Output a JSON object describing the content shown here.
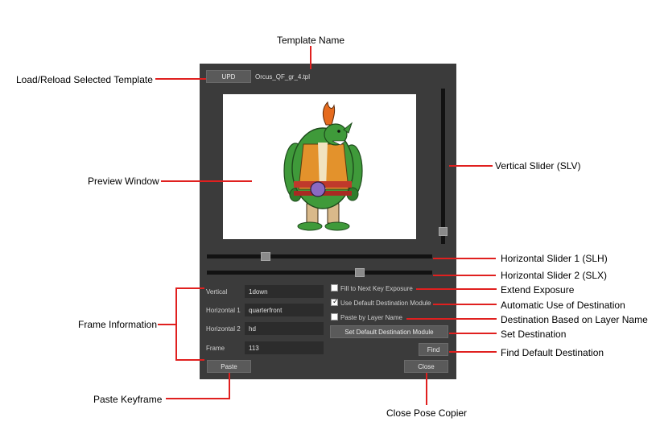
{
  "callouts": {
    "template_name": "Template Name",
    "load_reload": "Load/Reload Selected Template",
    "preview_window": "Preview Window",
    "vertical_slider": "Vertical Slider (SLV)",
    "horizontal_slider_1": "Horizontal Slider 1 (SLH)",
    "horizontal_slider_2": "Horizontal Slider 2 (SLX)",
    "extend_exposure": "Extend Exposure",
    "automatic_use": "Automatic Use of Destination",
    "destination_layer_name": "Destination Based on Layer Name",
    "set_destination": "Set Destination",
    "find_default_destination": "Find Default Destination",
    "frame_information": "Frame Information",
    "paste_keyframe": "Paste Keyframe",
    "close_pose_copier": "Close Pose Copier"
  },
  "panel": {
    "upd_label": "UPD",
    "template_file": "Orcus_QF_gr_4.tpl",
    "fields": [
      {
        "label": "Vertical",
        "value": "1down"
      },
      {
        "label": "Horizontal 1",
        "value": "quarterfront"
      },
      {
        "label": "Horizontal 2",
        "value": "hd"
      },
      {
        "label": "Frame",
        "value": "113"
      }
    ],
    "options": {
      "fill_next_key": {
        "label": "Fill to Next Key Exposure",
        "checked": false
      },
      "use_default_destination": {
        "label": "Use Default Destination Module",
        "checked": true
      },
      "paste_by_layer": {
        "label": "Paste by Layer Name",
        "checked": false
      }
    },
    "set_default_label": "Set Default Destination Module",
    "find_label": "Find",
    "paste_label": "Paste",
    "close_label": "Close",
    "slider_v_level": 0.05,
    "slider_h1_level": 0.26,
    "slider_h2_level": 0.68
  },
  "colors": {
    "callout_line": "#e0201f",
    "panel_bg": "#3b3b3b",
    "orc_skin": "#3f9a3a",
    "orc_vest": "#e3922c",
    "orc_belt": "#c0392b"
  }
}
